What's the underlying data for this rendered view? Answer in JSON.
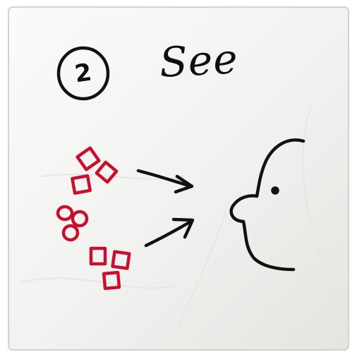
{
  "step": {
    "number": "2",
    "title": "See"
  },
  "icons": {
    "shapes": "red-shape-icons",
    "arrows": "arrow-icons",
    "face": "face-profile-icon"
  },
  "colors": {
    "napkin": "#f4f4f2",
    "ink": "#111111",
    "red_ink": "#c8102e"
  }
}
